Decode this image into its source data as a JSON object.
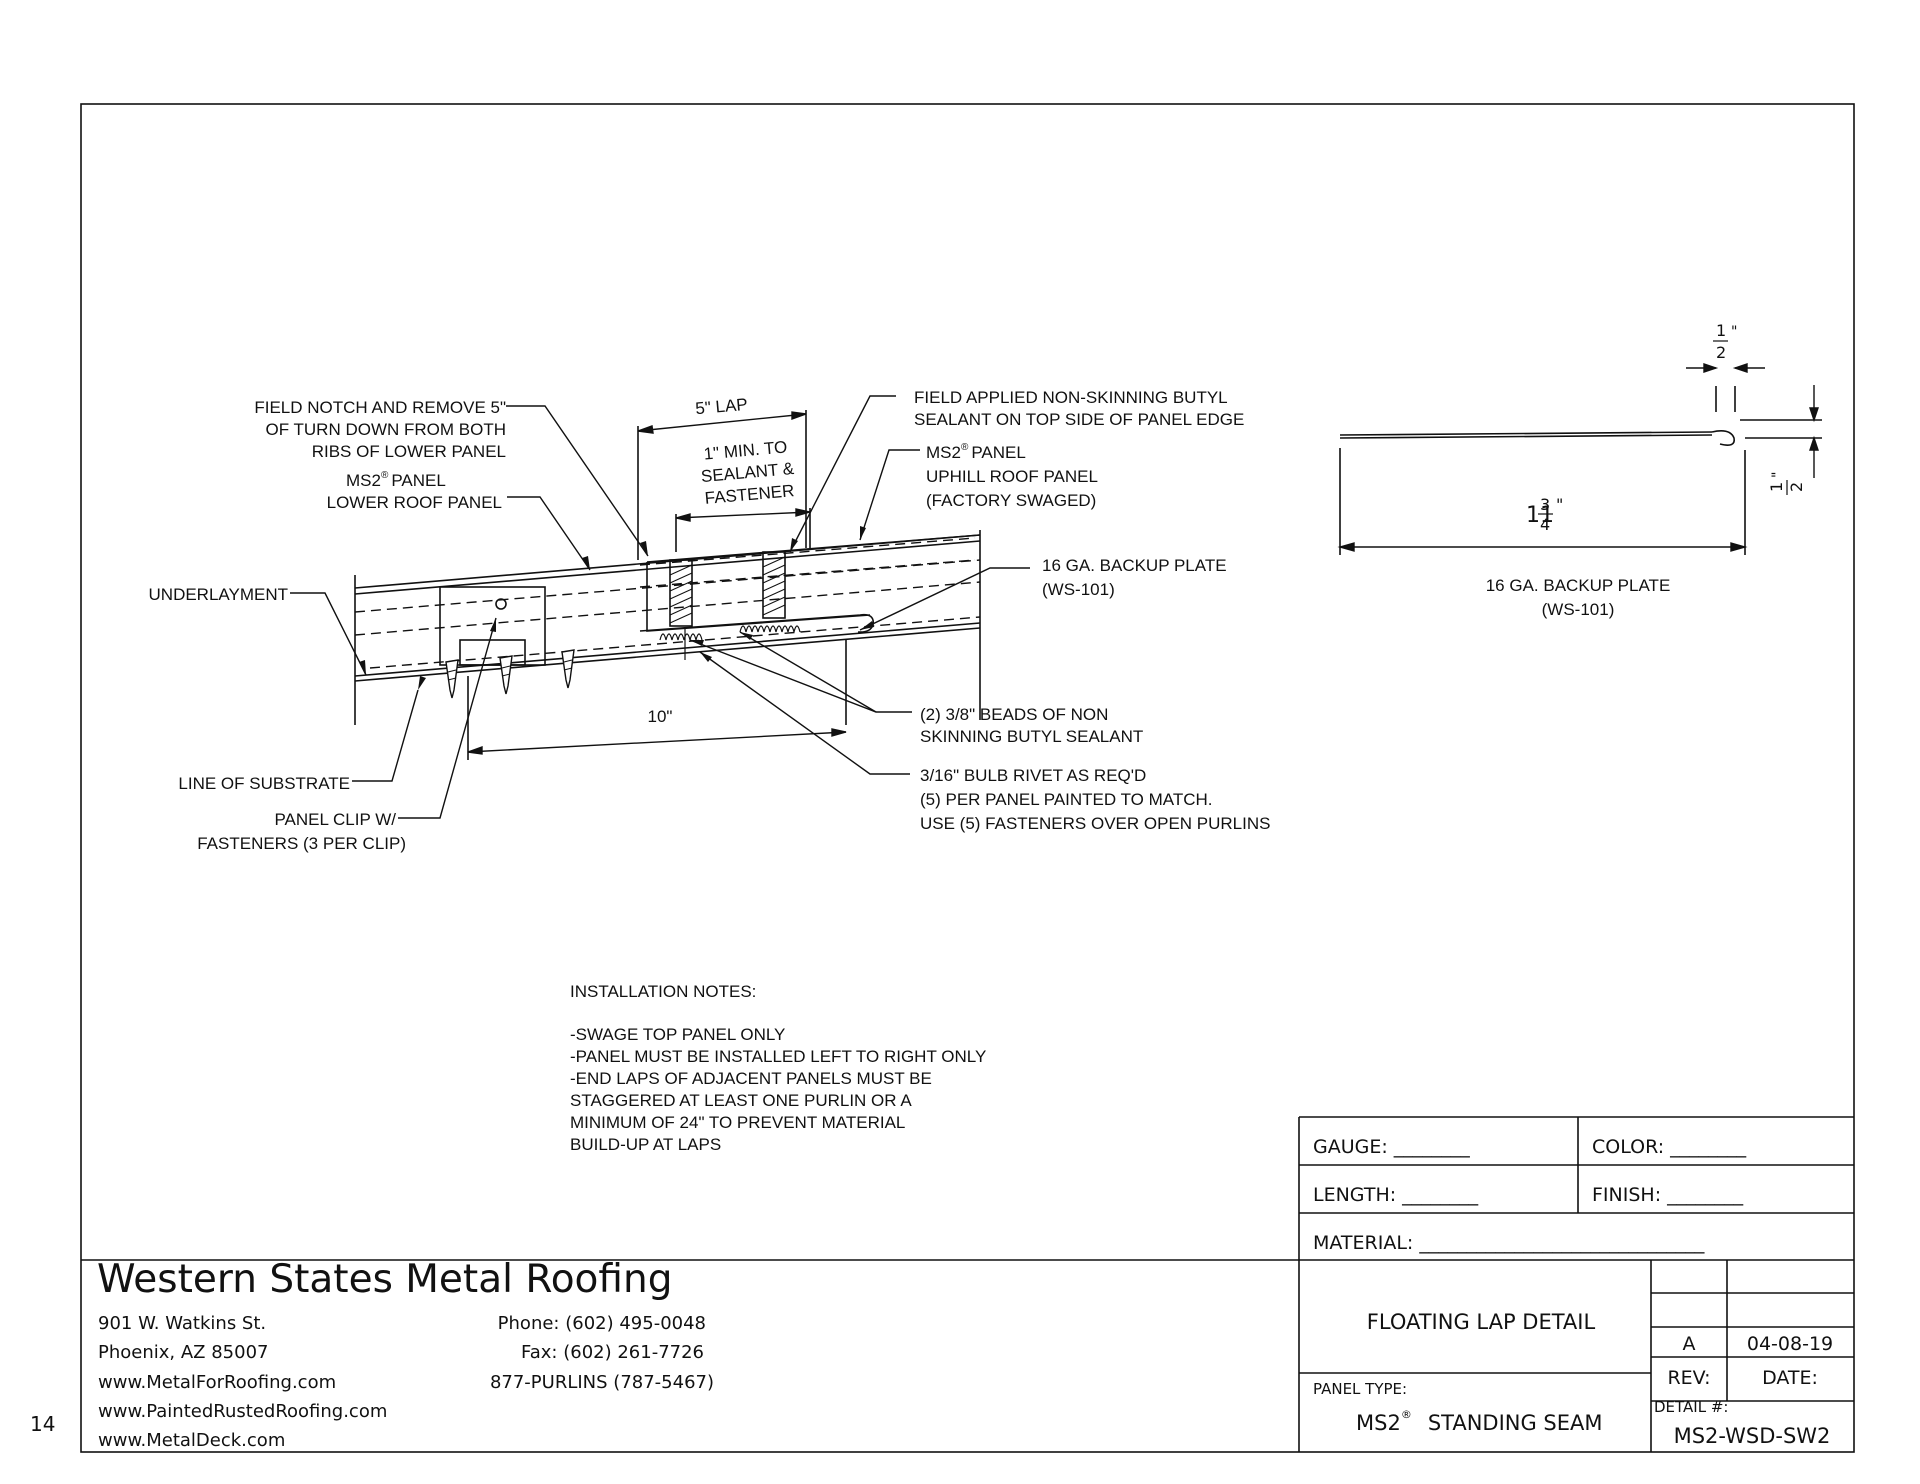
{
  "page_number": "14",
  "company": {
    "name": "Western States Metal Roofing",
    "address1": "901 W. Watkins St.",
    "address2": "Phoenix, AZ 85007",
    "web1": "www.MetalForRoofing.com",
    "web2": "www.PaintedRustedRoofing.com",
    "web3": "www.MetalDeck.com",
    "phone": "Phone: (602) 495-0048",
    "fax": "Fax: (602) 261-7726",
    "tollfree": "877-PURLINS (787-5467)"
  },
  "title_block": {
    "gauge": "GAUGE: ________",
    "color": "COLOR: ________",
    "length": "LENGTH: ________",
    "finish": "FINISH: ________",
    "material": "MATERIAL: ______________________________",
    "title": "FLOATING LAP DETAIL",
    "panel_type_label": "PANEL TYPE:",
    "panel_type_a": "MS2",
    "panel_type_reg": "®",
    "panel_type_b": "STANDING SEAM",
    "rev_value": "A",
    "date_value": "04-08-19",
    "rev_label": "REV:",
    "date_label": "DATE:",
    "detail_label": "DETAIL #:",
    "detail_value": "MS2-WSD-SW2"
  },
  "notes": {
    "heading": "INSTALLATION NOTES:",
    "lines": [
      "-SWAGE TOP PANEL ONLY",
      "-PANEL MUST BE INSTALLED LEFT TO RIGHT ONLY",
      "-END LAPS OF ADJACENT PANELS MUST BE",
      "STAGGERED AT LEAST ONE PURLIN OR A",
      "MINIMUM OF 24\" TO PREVENT MATERIAL",
      "BUILD-UP AT LAPS"
    ]
  },
  "callouts": {
    "field_notch": [
      "FIELD NOTCH AND REMOVE 5\"",
      "OF TURN DOWN FROM BOTH",
      "RIBS OF LOWER PANEL"
    ],
    "lower_panel": [
      "MS2",
      "PANEL",
      "LOWER ROOF PANEL"
    ],
    "underlayment": "UNDERLAYMENT",
    "lap": "5\" LAP",
    "min_sealant": [
      "1\" MIN. TO",
      "SEALANT &",
      "FASTENER"
    ],
    "field_applied": [
      "FIELD APPLIED NON-SKINNING BUTYL",
      "SEALANT ON TOP SIDE OF PANEL EDGE"
    ],
    "uphill_panel": [
      "MS2",
      "PANEL",
      "UPHILL ROOF PANEL",
      "(FACTORY SWAGED)"
    ],
    "backup_plate": [
      "16 GA. BACKUP PLATE",
      "(WS-101)"
    ],
    "ten_inch": "10\"",
    "beads": [
      "(2) 3/8\" BEADS OF NON",
      "SKINNING BUTYL SEALANT"
    ],
    "rivet": [
      "3/16\" BULB RIVET AS REQ'D",
      "(5) PER PANEL PAINTED TO MATCH.",
      "USE (5) FASTENERS OVER OPEN PURLINS"
    ],
    "substrate": "LINE OF SUBSTRATE",
    "panel_clip": [
      "PANEL CLIP W/",
      "FASTENERS (3 PER CLIP)"
    ],
    "registered": "®"
  },
  "plate_detail": {
    "width_whole": "11",
    "width_num": "3",
    "width_den": "4",
    "half_num": "1",
    "half_den": "2",
    "inch": "\"",
    "caption": [
      "16 GA. BACKUP PLATE",
      "(WS-101)"
    ]
  }
}
